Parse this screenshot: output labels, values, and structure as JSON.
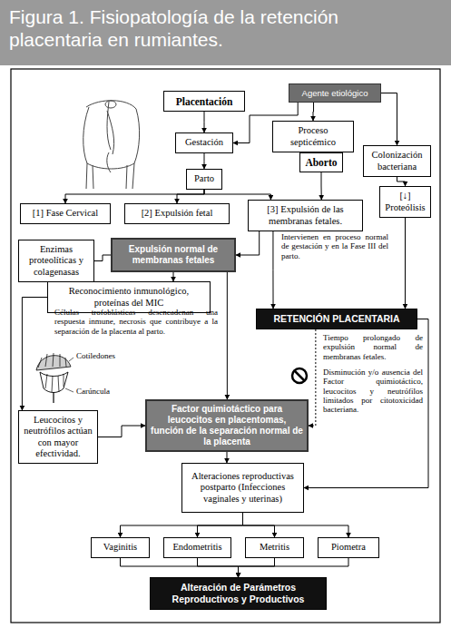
{
  "diagram": {
    "title": "Figura 1. Fisiopatología de la retención placentaria en rumiantes.",
    "nodes": [
      {
        "text": [
          "Placentación"
        ]
      },
      {
        "text": [
          "Agente etiológico"
        ]
      },
      {
        "text": [
          "Gestación"
        ]
      },
      {
        "text": [
          "Proceso septicémico"
        ]
      },
      {
        "text": [
          "Aborto"
        ]
      },
      {
        "text": [
          "Colonización bacteriana"
        ]
      },
      {
        "text": [
          "Parto"
        ]
      },
      {
        "text": [
          "[1] Fase Cervical"
        ]
      },
      {
        "text": [
          "[2] Expulsión fetal"
        ]
      },
      {
        "text": [
          "[3] Expulsión de las membranas fetales."
        ]
      },
      {
        "text": [
          "[↓] Proteólisis"
        ]
      },
      {
        "text": [
          "Enzimas proteolíticas y colagenasas"
        ]
      },
      {
        "text": [
          "Expulsión normal de membranas fetales"
        ]
      },
      {
        "text": [
          "Reconocimiento inmunológico, proteínas del MIC"
        ]
      },
      {
        "text": [
          "RETENCIÓN PLACENTARIA"
        ]
      },
      {
        "text": [
          "Leucocitos y neutrófilos actúan con mayor efectividad."
        ]
      },
      {
        "text": [
          "Factor quimiotáctico para leucocitos en placentomas, función de la separación normal de la placenta"
        ]
      },
      {
        "text": [
          "Alteraciones reproductivas postparto (Infecciones vaginales y uterinas)"
        ]
      },
      {
        "text": [
          "Vaginitis"
        ]
      },
      {
        "text": [
          "Endometritis"
        ]
      },
      {
        "text": [
          "Metritis"
        ]
      },
      {
        "text": [
          "Piometra"
        ]
      },
      {
        "text": [
          "Alteración de Parámetros Reproductivos y Productivos"
        ]
      }
    ],
    "edges": [
      {
        "from": 0,
        "to": 2,
        "arrow": "to"
      },
      {
        "from": 1,
        "to": 2,
        "arrow": "to"
      },
      {
        "from": 1,
        "to": 3,
        "arrow": "to"
      },
      {
        "from": 1,
        "to": 5,
        "arrow": "to"
      },
      {
        "from": 3,
        "to": 4,
        "arrow": "to"
      },
      {
        "from": 2,
        "to": 6,
        "arrow": "to"
      },
      {
        "from": 5,
        "to": 10,
        "arrow": "to"
      },
      {
        "from": 6,
        "to": 7,
        "arrow": "to"
      },
      {
        "from": 6,
        "to": 8,
        "arrow": "to"
      },
      {
        "from": 6,
        "to": 9,
        "arrow": "to"
      },
      {
        "from": 4,
        "to": 9,
        "arrow": "to"
      },
      {
        "from": 9,
        "to": 12,
        "arrow": "to"
      },
      {
        "from": 9,
        "to": 14,
        "arrow": "to"
      },
      {
        "from": 10,
        "to": 14,
        "arrow": "to"
      },
      {
        "from": 11,
        "to": 12,
        "arrow": "none"
      },
      {
        "from": 12,
        "to": 13,
        "arrow": "to"
      },
      {
        "from": 12,
        "to": 16,
        "arrow": "to"
      },
      {
        "from": 13,
        "to": 15,
        "arrow": "to"
      },
      {
        "from": 15,
        "to": 16,
        "arrow": "to"
      },
      {
        "from": 14,
        "to": 16,
        "arrow": "to"
      },
      {
        "from": 14,
        "to": 17,
        "arrow": "to"
      },
      {
        "from": 16,
        "to": 17,
        "arrow": "to"
      },
      {
        "from": 17,
        "to": 18,
        "arrow": "to"
      },
      {
        "from": 17,
        "to": 19,
        "arrow": "to"
      },
      {
        "from": 17,
        "to": 20,
        "arrow": "to"
      },
      {
        "from": 17,
        "to": 21,
        "arrow": "to"
      },
      {
        "from": 18,
        "to": 22,
        "arrow": "to"
      },
      {
        "from": 19,
        "to": 22,
        "arrow": "to"
      },
      {
        "from": 20,
        "to": 22,
        "arrow": "to"
      },
      {
        "from": 21,
        "to": 22,
        "arrow": "to"
      }
    ],
    "labels": [
      "Intervienen en proceso normal de gestación y en la Fase III del parto.",
      "Células trofoblásticas desencadenan una respuesta inmune, necrosis que contribuye a la separación de la placenta al parto.",
      "Tiempo prolongado de expulsión normal de membranas fetales.",
      "Disminución y/o ausencia del Factor quimiotáctico, leucocitos y neutrófilos limitados por citotoxicidad bacteriana.",
      "Cotiledones",
      "Carúncula"
    ]
  }
}
